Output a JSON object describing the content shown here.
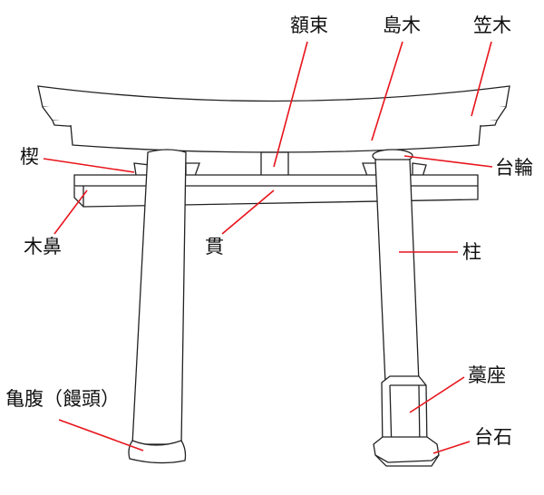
{
  "title": "鳥居の各部名称",
  "labels": {
    "gakuzuka": "額束",
    "shimaki": "島木",
    "kasagi": "笠木",
    "kusabi": "楔",
    "daiwa": "台輪",
    "kibana": "木鼻",
    "nuki": "貫",
    "hashira": "柱",
    "kamebara": "亀腹（饅頭）",
    "waraza": "藁座",
    "daiishi": "台石"
  },
  "colors": {
    "leader": "#e8141b",
    "outline": "#222222"
  }
}
